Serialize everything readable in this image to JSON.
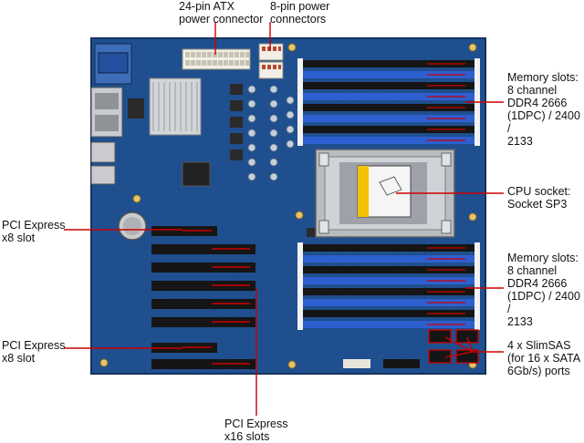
{
  "labels": {
    "atx_power": "24-pin ATX\npower connector",
    "eight_pin_power": "8-pin power\nconnectors",
    "memory_top": "Memory slots:\n8 channel\nDDR4 2666\n(1DPC) / 2400 /\n2133",
    "cpu_socket": "CPU socket:\nSocket SP3",
    "memory_bottom": "Memory slots:\n8 channel\nDDR4 2666\n(1DPC) / 2400 /\n2133",
    "slimsas": "4 x SlimSAS\n(for 16 x SATA\n6Gb/s) ports",
    "pcie_x8_top": "PCI Express\nx8 slot",
    "pcie_x8_bottom": "PCI Express\nx8 slot",
    "pcie_x16": "PCI Express\nx16 slots"
  },
  "colors": {
    "pcb": "#1f4f8e",
    "pcb_dark": "#163b6c",
    "slot_black": "#151515",
    "dimm_blue": "#2e5fd0",
    "leader": "#cc0000",
    "socket_silver": "#b9bcc0",
    "heatsink": "#d3d5d8"
  }
}
